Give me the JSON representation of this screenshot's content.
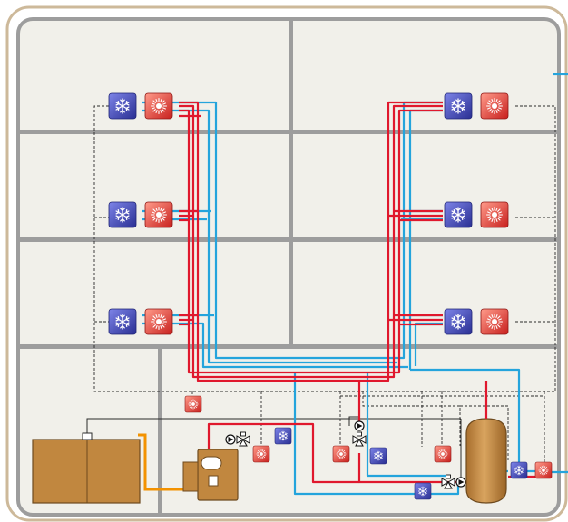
{
  "diagram": {
    "colors": {
      "background": "#ffffff",
      "building_fill": "#f1f0ea",
      "outer_frame": "#cdb99a",
      "walls": "#9d9d9d",
      "supply_pipe": "#e0182d",
      "return_pipe": "#24a4dc",
      "control_line": "#2b2b2b",
      "boiler_feed": "#f39200",
      "equipment": "#c1873f",
      "equipment_edge": "#6e4a1e",
      "cold_unit": "#3d44b6",
      "hot_unit": "#e23c3c"
    },
    "icons": {
      "cooling_unit": "snowflake-icon",
      "heating_unit": "sun-icon",
      "pump": "pump-icon",
      "valve": "three-way-valve-icon"
    },
    "components": {
      "indoor_units": 6,
      "sensors_red": 5,
      "sensors_blue": 4,
      "storage_tank": 1,
      "boiler": 1,
      "fuel_tank": 1
    }
  }
}
